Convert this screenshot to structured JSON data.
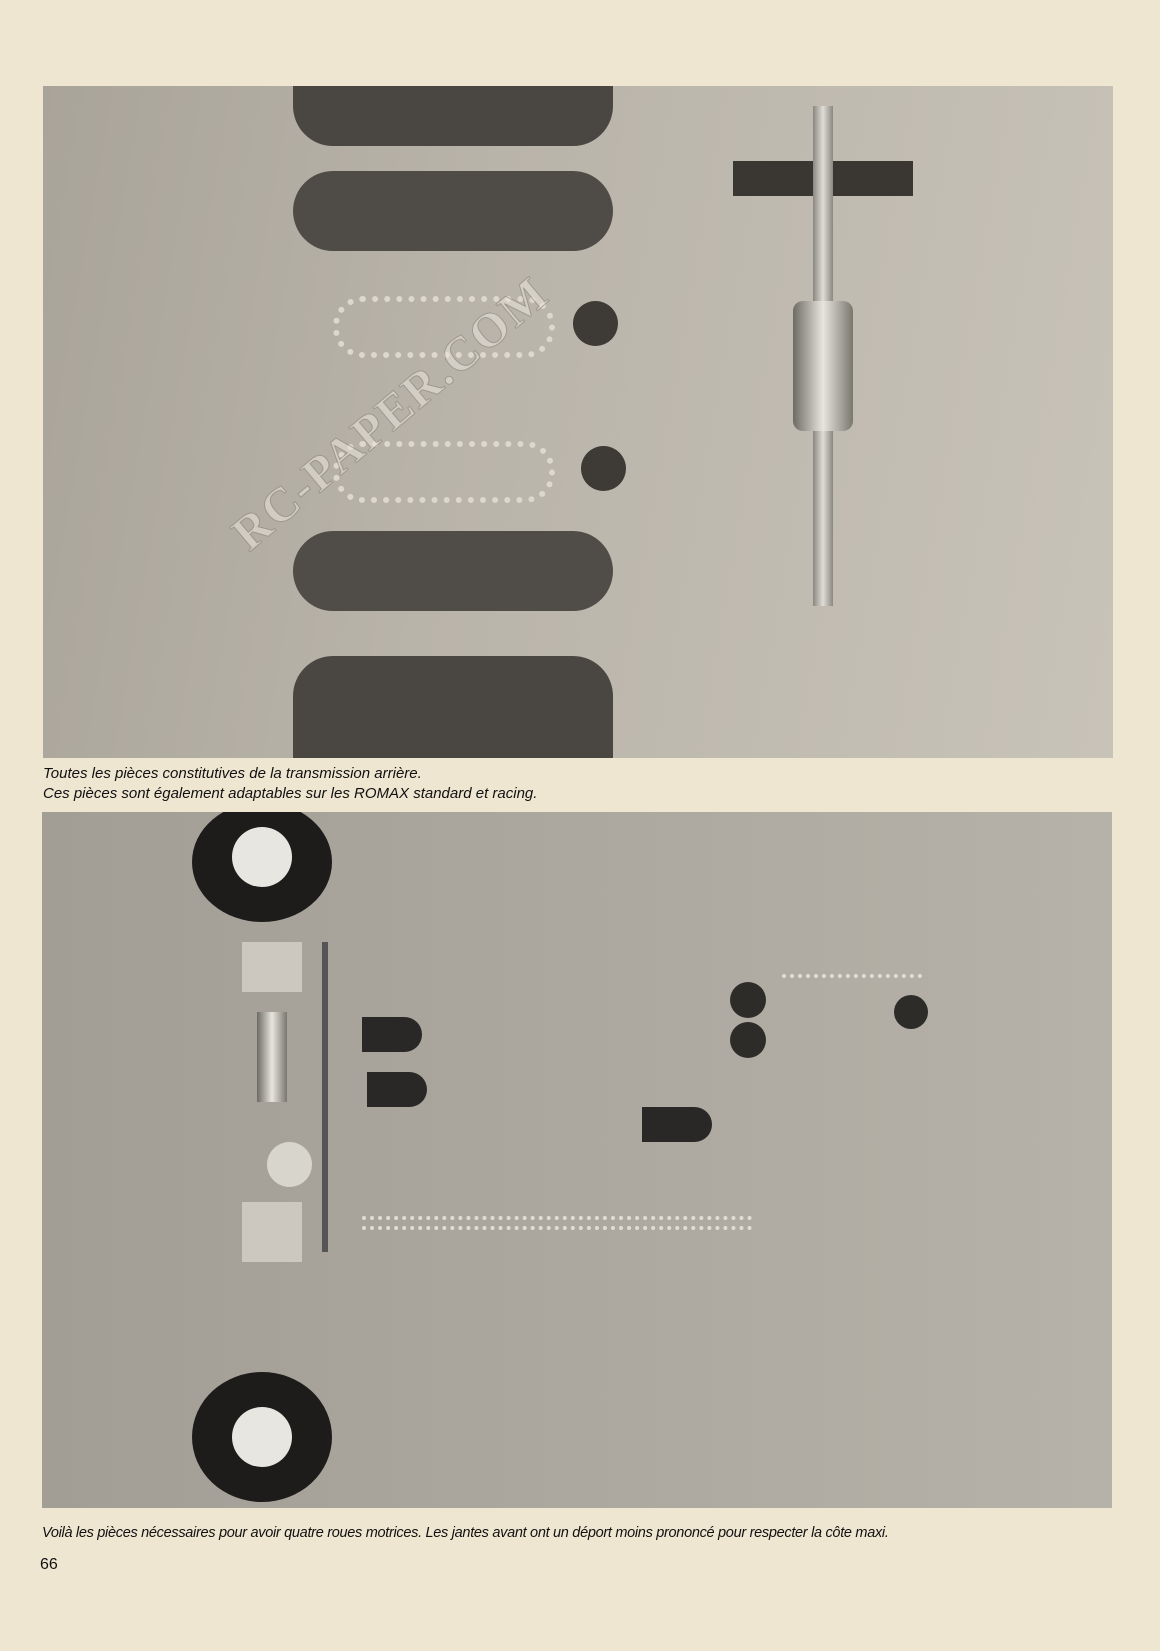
{
  "photos": [
    {
      "caption_lines": [
        "Toutes les pièces constitutives de la transmission arrière.",
        "Ces pièces sont également adaptables sur les ROMAX standard et racing."
      ]
    },
    {
      "caption_lines": [
        "Voilà les pièces nécessaires pour avoir quatre roues motrices. Les jantes avant ont un déport moins prononcé pour respecter la côte maxi."
      ]
    }
  ],
  "watermark": "RC-PAPER.COM",
  "page_number": "66"
}
